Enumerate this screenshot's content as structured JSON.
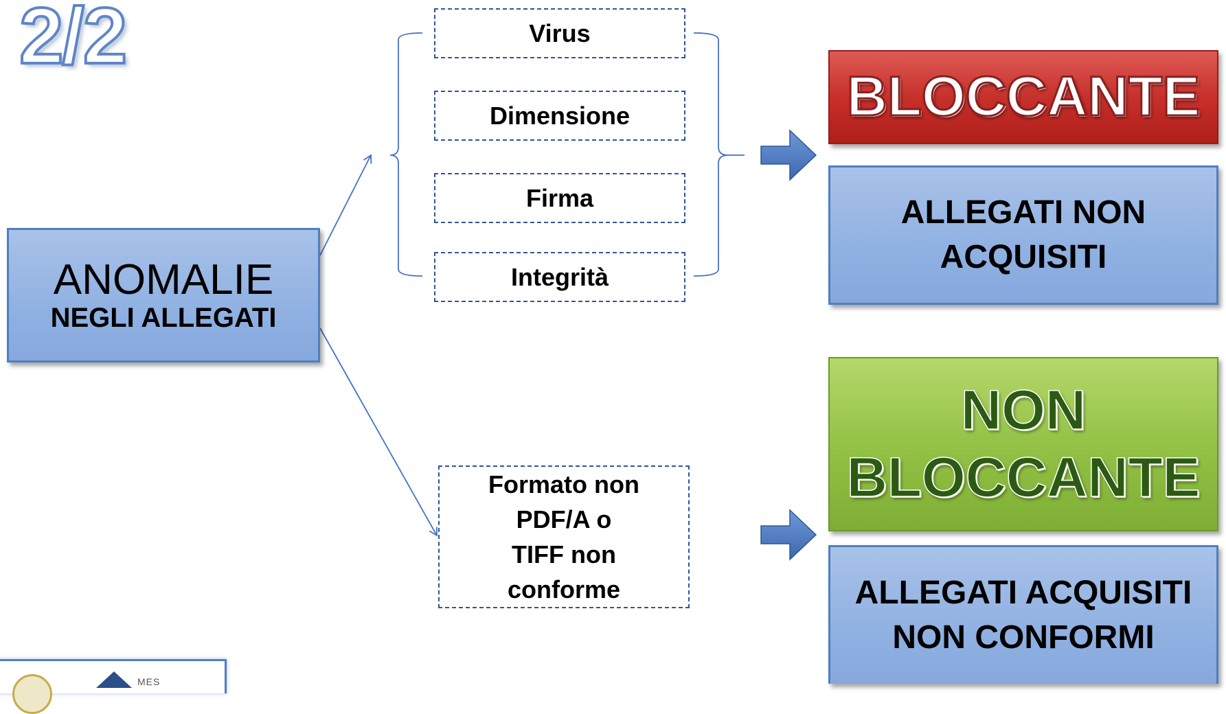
{
  "slide": {
    "counter": "2/2"
  },
  "source": {
    "title": "ANOMALIE",
    "subtitle": "NEGLI ALLEGATI"
  },
  "blocking_causes": {
    "items": [
      {
        "label": "Virus"
      },
      {
        "label": "Dimensione"
      },
      {
        "label": "Firma"
      },
      {
        "label": "Integrità"
      }
    ]
  },
  "non_blocking_cause": {
    "lines": [
      "Formato non",
      "PDF/A o",
      "TIFF non",
      "conforme"
    ]
  },
  "outcomes": {
    "blocking": {
      "badge": "BLOCCANTE",
      "badge_color": "#c8302b",
      "result_lines": [
        "ALLEGATI NON",
        "ACQUISITI"
      ]
    },
    "non_blocking": {
      "badge_lines": [
        "NON",
        "BLOCCANTE"
      ],
      "badge_color": "#93c246",
      "result_lines": [
        "ALLEGATI ACQUISITI",
        "NON CONFORMI"
      ]
    }
  },
  "logo": {
    "text": "MES"
  },
  "colors": {
    "box_fill": "#90b1e2",
    "box_border": "#4f7fbf",
    "connector": "#4472c4",
    "dashed_border": "#2f5597"
  }
}
